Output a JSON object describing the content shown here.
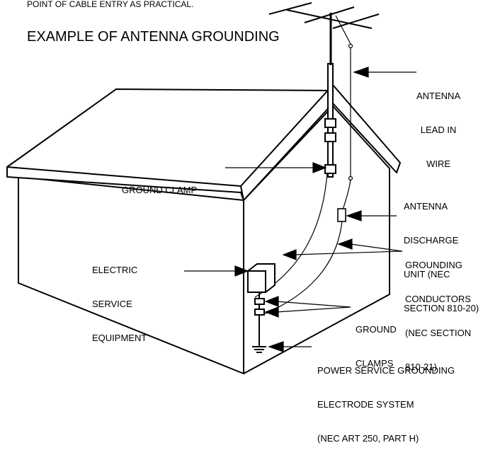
{
  "top_note": "POINT OF CABLE ENTRY AS PRACTICAL.",
  "title": "EXAMPLE OF ANTENNA GROUNDING",
  "labels": {
    "antenna_lead_in": [
      "ANTENNA",
      "LEAD IN",
      "WIRE"
    ],
    "ground_clamp": [
      "GROUND CLAMP"
    ],
    "discharge_unit": [
      "ANTENNA",
      "DISCHARGE",
      "UNIT (NEC",
      "SECTION 810-20)"
    ],
    "electric_service": [
      "ELECTRIC",
      "SERVICE",
      "EQUIPMENT"
    ],
    "grounding_conductors": [
      "GROUNDING",
      "CONDUCTORS",
      "(NEC SECTION",
      "810-21)"
    ],
    "ground_clamps": [
      "GROUND",
      "CLAMPS"
    ],
    "power_service": [
      "POWER SERVICE GROUNDING",
      "ELECTRODE SYSTEM",
      "(NEC ART 250, PART H)"
    ]
  },
  "colors": {
    "line": "#000000",
    "background": "#ffffff"
  }
}
